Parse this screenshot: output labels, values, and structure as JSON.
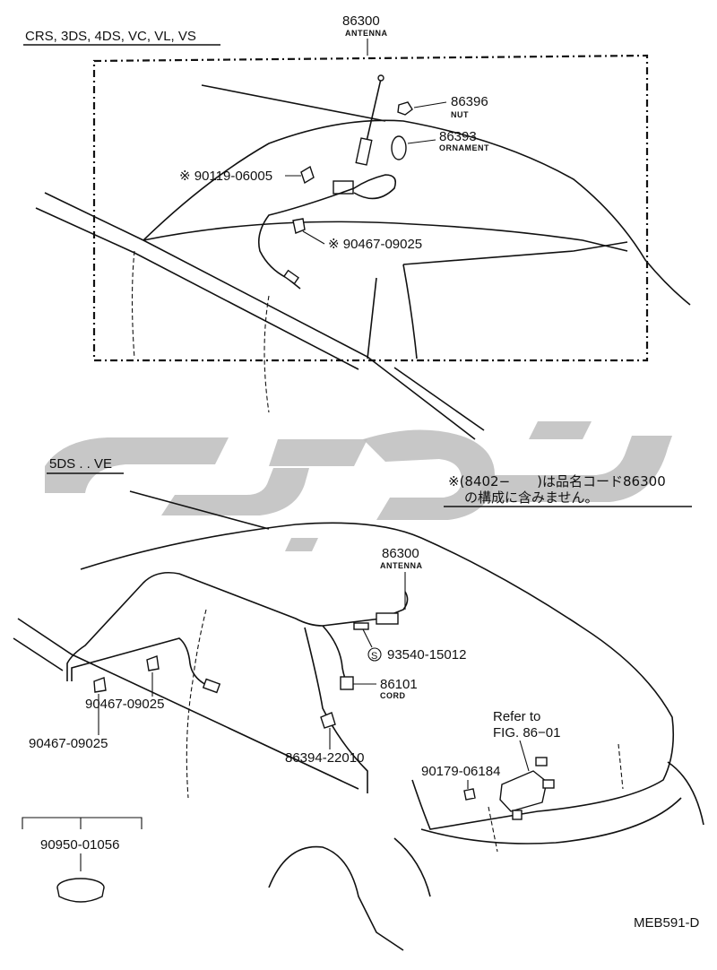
{
  "top_section": {
    "applicability": "CRS, 3DS, 4DS, VC, VL, VS",
    "antenna_pn": "86300",
    "antenna_name": "ANTENNA",
    "nut_pn": "86396",
    "nut_name": "NUT",
    "ornament_pn": "86393",
    "ornament_name": "ORNAMENT",
    "screw_pn": "※ 90119-06005",
    "clamp_pn": "※ 90467-09025"
  },
  "bottom_section": {
    "applicability": "5DS . . VE",
    "note_line1": "※(8402−　　)は品名コード86300",
    "note_line2": "の構成に含みません。",
    "antenna_pn": "86300",
    "antenna_name": "ANTENNA",
    "screw_pn": "93540-15012",
    "screw_marker": "S",
    "cord_pn": "86101",
    "cord_name": "CORD",
    "refer_line1": "Refer to",
    "refer_line2": "FIG. 86−01",
    "clamp_pn_a": "90467-09025",
    "clamp_pn_b": "90467-09025",
    "cable_pn": "86394-22010",
    "nut_pn": "90179-06184",
    "plug_pn": "90950-01056",
    "drawing_code": "MEB591-D"
  },
  "watermark": {
    "color": "#bdbdbd"
  }
}
